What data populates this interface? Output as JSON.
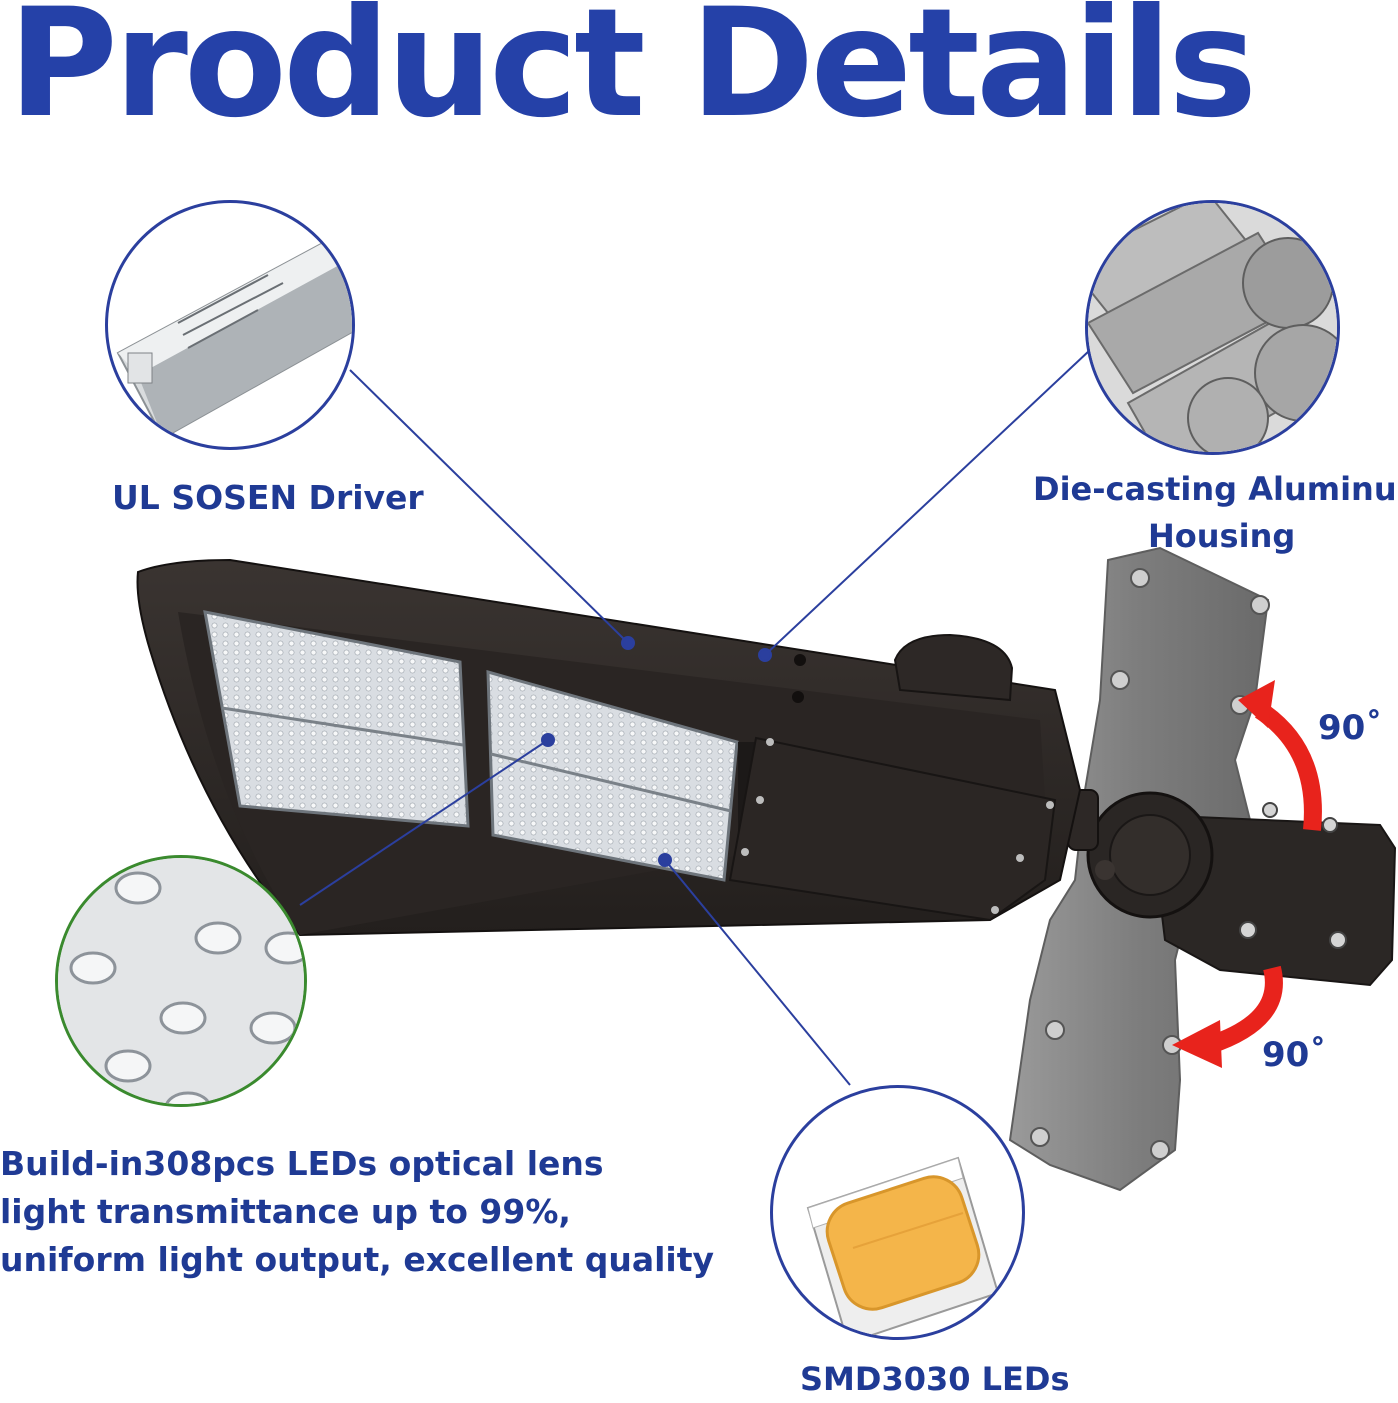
{
  "page": {
    "title": "Product Details"
  },
  "callouts": {
    "driver": {
      "label": "UL SOSEN Driver"
    },
    "housing": {
      "label_line1": "Die-casting Aluminum",
      "label_line2": "Housing"
    },
    "lens": {
      "line1": "Build-in308pcs LEDs optical lens",
      "line2": "light transmittance up to 99%,",
      "line3": "uniform light output,   excellent quality"
    },
    "leds": {
      "label": "SMD3030 LEDs"
    }
  },
  "rotation": {
    "upper": "90˚",
    "lower": "90˚"
  },
  "colors": {
    "title": "#2541a8",
    "label": "#1f3a94",
    "callout_border_blue": "#2b3f9e",
    "callout_border_green": "#3a8a2e",
    "arrow_red": "#e8231c",
    "housing_dark": "#2e2a27",
    "bracket_gray": "#8a8a8a"
  }
}
